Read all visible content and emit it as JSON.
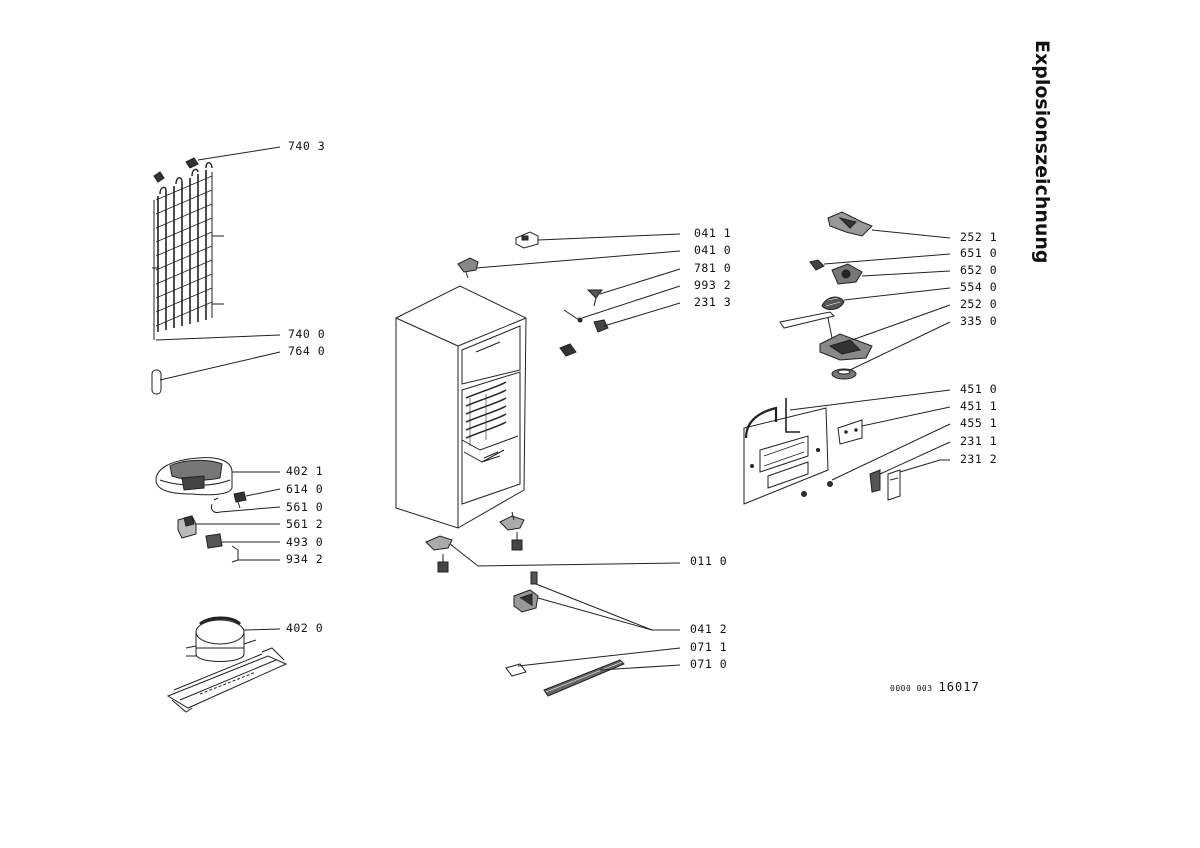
{
  "title": "Explosionszeichnung",
  "doc_code_prefix": "0000 003",
  "doc_code_number": "16017",
  "labels": {
    "p740_3": "740 3",
    "p740_0": "740 0",
    "p764_0": "764 0",
    "p402_1": "402 1",
    "p614_0": "614 0",
    "p561_0": "561 0",
    "p561_2": "561 2",
    "p493_0": "493 0",
    "p934_2": "934 2",
    "p402_0": "402 0",
    "p041_1": "041 1",
    "p041_0": "041 0",
    "p781_0": "781 0",
    "p993_2": "993 2",
    "p231_3": "231 3",
    "p011_0": "011 0",
    "p041_2": "041 2",
    "p071_1": "071 1",
    "p071_0": "071 0",
    "p252_1": "252 1",
    "p651_0": "651 0",
    "p652_0": "652 0",
    "p554_0": "554 0",
    "p252_0": "252 0",
    "p335_0": "335 0",
    "p451_0": "451 0",
    "p451_1": "451 1",
    "p455_1": "455 1",
    "p231_1": "231 1",
    "p231_2": "231 2"
  }
}
